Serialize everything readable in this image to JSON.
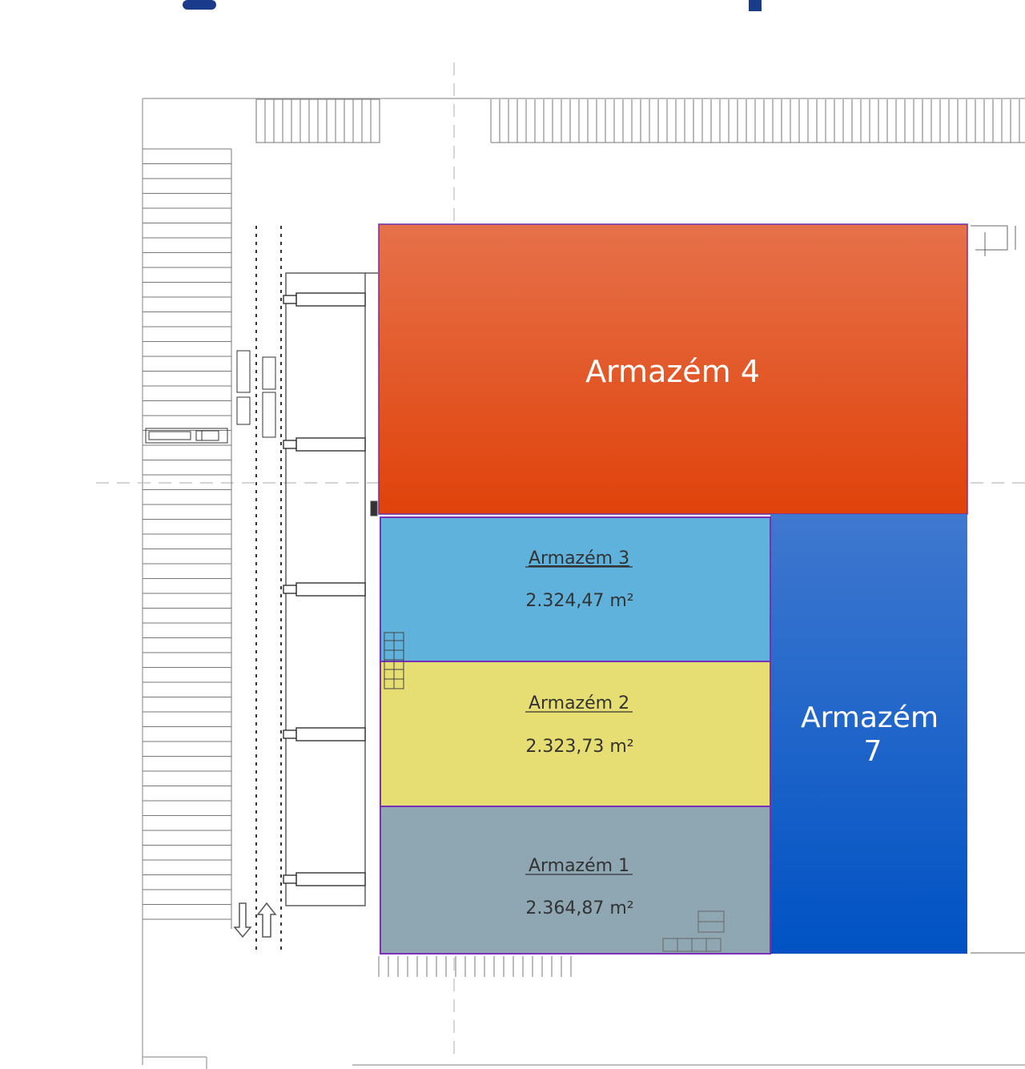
{
  "warehouses": {
    "w4": {
      "name": "Armazém 4",
      "color_top": "#e6714a",
      "color_bottom": "#e0420a"
    },
    "w3": {
      "name": "Armazém 3",
      "area": "2.324,47 m²",
      "color": "#5eb2dc"
    },
    "w2": {
      "name": "Armazém 2",
      "area": "2.323,73 m²",
      "color": "#e6de72"
    },
    "w1": {
      "name": "Armazém 1",
      "area": "2.364,87 m²",
      "color": "#8fa6b3"
    },
    "w7": {
      "name_line1": "Armazém",
      "name_line2": "7",
      "color_top": "#3f78cf",
      "color_bottom": "#0052c4"
    }
  },
  "colors": {
    "title_navy": "#1a3a8a",
    "outline_purple": "#7b2fb8",
    "line_gray": "#555555",
    "text_dark": "#333333"
  },
  "icons": [
    "arrow-down-icon",
    "arrow-up-icon",
    "truck-icon"
  ]
}
